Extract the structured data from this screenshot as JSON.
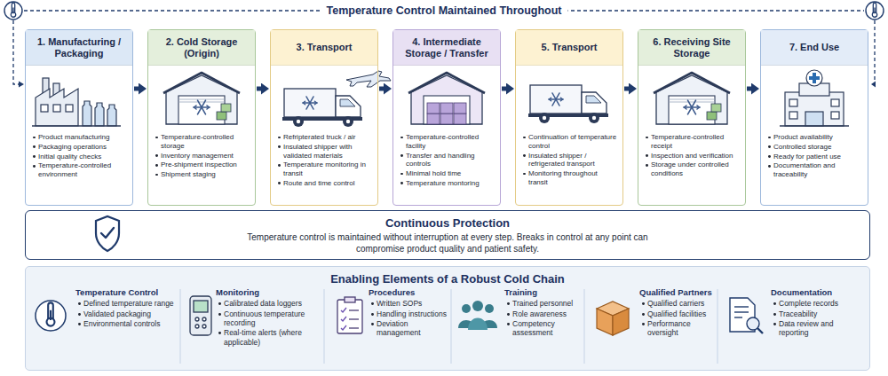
{
  "diagram": {
    "title": "Temperature Control Maintained Throughout",
    "nodes": [
      {
        "text": [
          "1. Manufacturing / Packaging",
          "Product manufacturing",
          "Packaging operations",
          "Initial quality checks",
          "Temperature-controlled environment"
        ]
      },
      {
        "text": [
          "2. Cold Storage (Origin)",
          "Temperature-controlled storage",
          "Inventory management",
          "Pre-shipment inspection",
          "Shipment staging"
        ]
      },
      {
        "text": [
          "3. Transport",
          "Refripterated truck / air",
          "Insulated shipper with validated materials",
          "Temperature monitoring in transit",
          "Route and time control"
        ]
      },
      {
        "text": [
          "4. Intermediate Storage / Transfer",
          "Temperature-controlled facility",
          "Transfer and handling controls",
          "Minimal hold time",
          "Temperature montoring"
        ]
      },
      {
        "text": [
          "5. Transport",
          "Continuation of temperature control",
          "Insulated shipper / refrigerated transport",
          "Monitoring throughout transit"
        ]
      },
      {
        "text": [
          "6. Receiving Site Storage",
          "Temperature-controlled receipt",
          "Inspection and verification",
          "Storage under controlled conditions"
        ]
      },
      {
        "text": [
          "7. End Use",
          "Product availability",
          "Controlled storage",
          "Ready for patient use",
          "Documentation and traceability"
        ]
      },
      {
        "text": [
          "Continuous Protection",
          "Temperature control is maintained without interruption at every step. Breaks in control at any point can compromise product quality and patient safety."
        ]
      },
      {
        "text": [
          "Enabling Elements of a Robust Cold Chain"
        ]
      },
      {
        "text": [
          "Temperature Control",
          "Defined temperature range",
          "Validated packaging",
          "Environmental controls"
        ],
        "in": 8
      },
      {
        "text": [
          "Monitoring",
          "Calibrated data loggers",
          "Continuous temperature recording",
          "Real-time alerts (where applicable)"
        ],
        "in": 8
      },
      {
        "text": [
          "Procedures",
          "Written SOPs",
          "Handling instructions",
          "Deviation management"
        ],
        "in": 8
      },
      {
        "text": [
          "Training",
          "Trained personnel",
          "Role awareness",
          "Competency assessment"
        ],
        "in": 8
      },
      {
        "text": [
          "Qualified Partners",
          "Qualified carriers",
          "Qualified facilities",
          "Performance oversight"
        ],
        "in": 8
      },
      {
        "text": [
          "Documentation",
          "Complete records",
          "Traceability",
          "Data review and reporting"
        ],
        "in": 8
      }
    ],
    "edges": [
      {
        "from": 0,
        "to": 1,
        "arrow": "to"
      },
      {
        "from": 1,
        "to": 2,
        "arrow": "to"
      },
      {
        "from": 2,
        "to": 3,
        "arrow": "to"
      },
      {
        "from": 3,
        "to": 4,
        "arrow": "to"
      },
      {
        "from": 4,
        "to": 5,
        "arrow": "to"
      },
      {
        "from": 5,
        "to": 6,
        "arrow": "to"
      }
    ]
  }
}
